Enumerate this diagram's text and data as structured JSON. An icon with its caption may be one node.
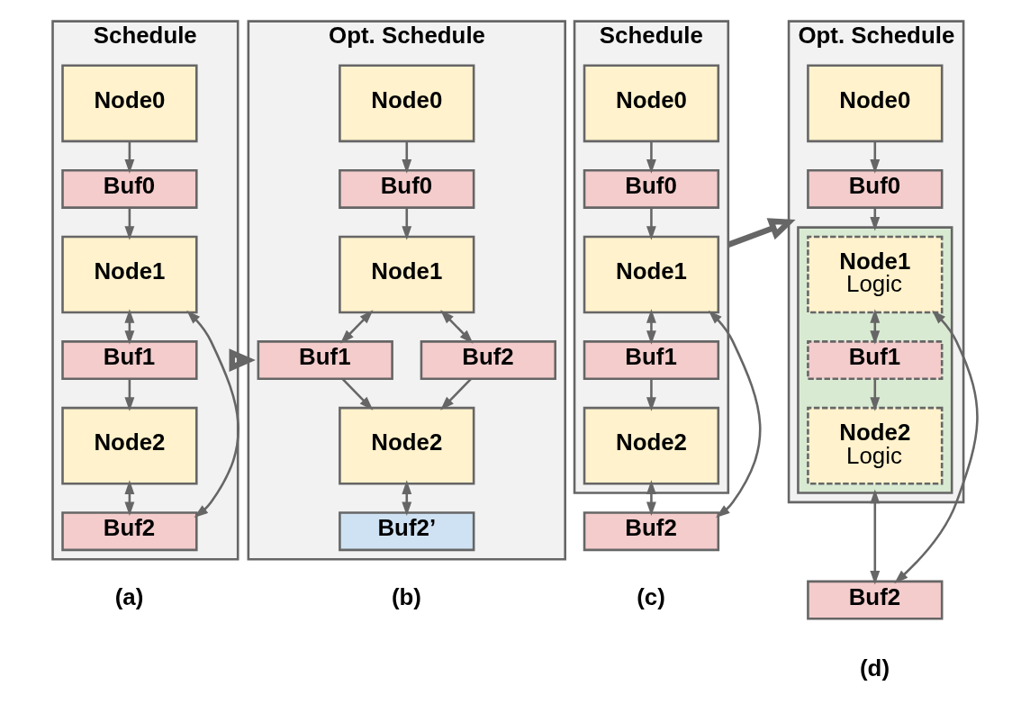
{
  "diagram": {
    "nodes": [
      {
        "text": [
          "Schedule"
        ]
      },
      {
        "text": [
          "Node0"
        ],
        "in": 0
      },
      {
        "text": [
          "Buf0"
        ],
        "in": 0
      },
      {
        "text": [
          "Node1"
        ],
        "in": 0
      },
      {
        "text": [
          "Buf1"
        ],
        "in": 0
      },
      {
        "text": [
          "Node2"
        ],
        "in": 0
      },
      {
        "text": [
          "Buf2"
        ],
        "in": 0
      },
      {
        "text": [
          "Opt. Schedule"
        ]
      },
      {
        "text": [
          "Node0"
        ],
        "in": 7
      },
      {
        "text": [
          "Buf0"
        ],
        "in": 7
      },
      {
        "text": [
          "Node1"
        ],
        "in": 7
      },
      {
        "text": [
          "Buf1"
        ],
        "in": 7
      },
      {
        "text": [
          "Buf2"
        ],
        "in": 7
      },
      {
        "text": [
          "Node2"
        ],
        "in": 7
      },
      {
        "text": [
          "Buf2’"
        ],
        "in": 7
      },
      {
        "text": [
          "Schedule"
        ]
      },
      {
        "text": [
          "Node0"
        ],
        "in": 15
      },
      {
        "text": [
          "Buf0"
        ],
        "in": 15
      },
      {
        "text": [
          "Node1"
        ],
        "in": 15
      },
      {
        "text": [
          "Buf1"
        ],
        "in": 15
      },
      {
        "text": [
          "Node2"
        ],
        "in": 15
      },
      {
        "text": [
          "Buf2"
        ]
      },
      {
        "text": [
          "Opt. Schedule"
        ]
      },
      {
        "text": [
          "Node0"
        ],
        "in": 22
      },
      {
        "text": [
          "Buf0"
        ],
        "in": 22
      },
      {
        "text": [],
        "shape": "box",
        "in": 22
      },
      {
        "text": [
          "Node1",
          "Logic"
        ],
        "in": 25
      },
      {
        "text": [
          "Buf1"
        ],
        "in": 25
      },
      {
        "text": [
          "Node2",
          "Logic"
        ],
        "in": 25
      },
      {
        "text": [
          "Buf2"
        ]
      }
    ],
    "edges": [
      {
        "from": 1,
        "to": 2,
        "arrow": "to"
      },
      {
        "from": 2,
        "to": 3,
        "arrow": "to"
      },
      {
        "from": 3,
        "to": 4,
        "arrow": "both"
      },
      {
        "from": 4,
        "to": 5,
        "arrow": "to"
      },
      {
        "from": 5,
        "to": 6,
        "arrow": "both"
      },
      {
        "from": 6,
        "to": 3,
        "arrow": "both"
      },
      {
        "from": 0,
        "to": 7,
        "arrow": "to",
        "style": "thick"
      },
      {
        "from": 8,
        "to": 9,
        "arrow": "to"
      },
      {
        "from": 9,
        "to": 10,
        "arrow": "to"
      },
      {
        "from": 10,
        "to": 11,
        "arrow": "both"
      },
      {
        "from": 10,
        "to": 12,
        "arrow": "both"
      },
      {
        "from": 11,
        "to": 13,
        "arrow": "to"
      },
      {
        "from": 12,
        "to": 13,
        "arrow": "to"
      },
      {
        "from": 13,
        "to": 14,
        "arrow": "both"
      },
      {
        "from": 16,
        "to": 17,
        "arrow": "to"
      },
      {
        "from": 17,
        "to": 18,
        "arrow": "to"
      },
      {
        "from": 18,
        "to": 19,
        "arrow": "both"
      },
      {
        "from": 19,
        "to": 20,
        "arrow": "to"
      },
      {
        "from": 20,
        "to": 21,
        "arrow": "both"
      },
      {
        "from": 21,
        "to": 18,
        "arrow": "both"
      },
      {
        "from": 15,
        "to": 22,
        "arrow": "to",
        "style": "thick"
      },
      {
        "from": 23,
        "to": 24,
        "arrow": "to"
      },
      {
        "from": 24,
        "to": 25,
        "arrow": "to"
      },
      {
        "from": 26,
        "to": 27,
        "arrow": "both"
      },
      {
        "from": 27,
        "to": 28,
        "arrow": "to"
      },
      {
        "from": 25,
        "to": 29,
        "arrow": "both"
      },
      {
        "from": 29,
        "to": 26,
        "arrow": "both"
      }
    ],
    "labels": [
      "(a)",
      "(b)",
      "(c)",
      "(d)"
    ]
  }
}
